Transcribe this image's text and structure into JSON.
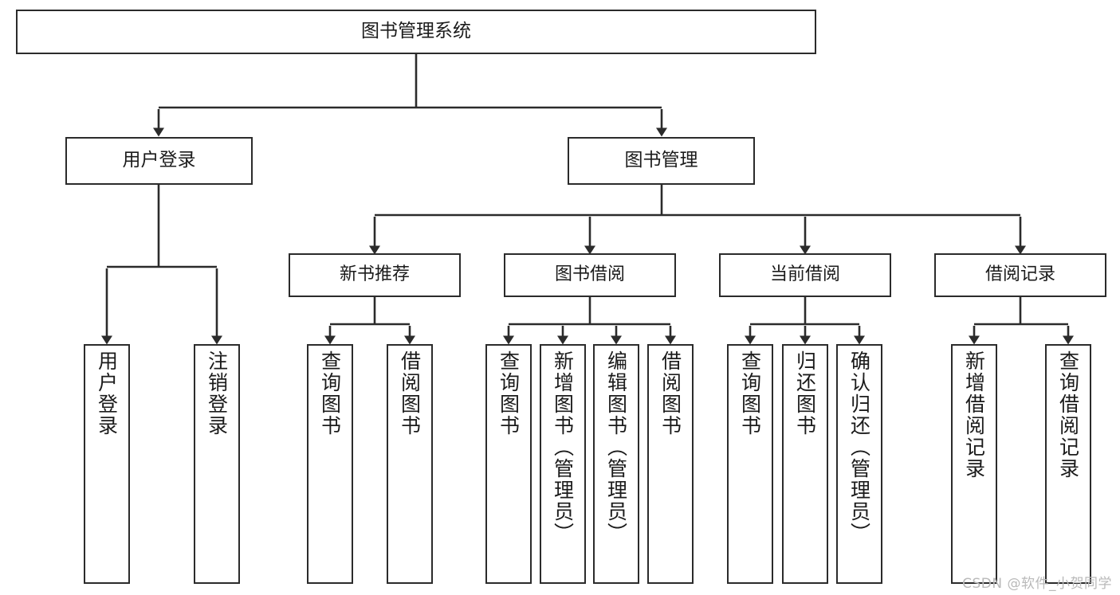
{
  "diagram": {
    "title": "图书管理系统",
    "type": "tree-hierarchy-functional-decomposition",
    "root": {
      "label": "图书管理系统"
    },
    "level2": [
      {
        "label": "用户登录"
      },
      {
        "label": "图书管理"
      }
    ],
    "level3": [
      {
        "label": "新书推荐"
      },
      {
        "label": "图书借阅"
      },
      {
        "label": "当前借阅"
      },
      {
        "label": "借阅记录"
      }
    ],
    "leaves": {
      "user_login": [
        {
          "label": "用户登录"
        },
        {
          "label": "注销登录"
        }
      ],
      "new_book": [
        {
          "label": "查询图书"
        },
        {
          "label": "借阅图书"
        }
      ],
      "book_borrow": [
        {
          "label": "查询图书"
        },
        {
          "label": "新增图书（管理员）"
        },
        {
          "label": "编辑图书（管理员）"
        },
        {
          "label": "借阅图书"
        }
      ],
      "current_borrow": [
        {
          "label": "查询图书"
        },
        {
          "label": "归还图书"
        },
        {
          "label": "确认归还（管理员）"
        }
      ],
      "borrow_record": [
        {
          "label": "新增借阅记录"
        },
        {
          "label": "查询借阅记录"
        }
      ]
    }
  },
  "watermark": {
    "text": "CSDN @软件_小贺同学"
  },
  "colors": {
    "stroke": "#2b2b2b",
    "fill": "#ffffff",
    "text": "#1b1b1b",
    "watermark": "#b9b9b9"
  }
}
